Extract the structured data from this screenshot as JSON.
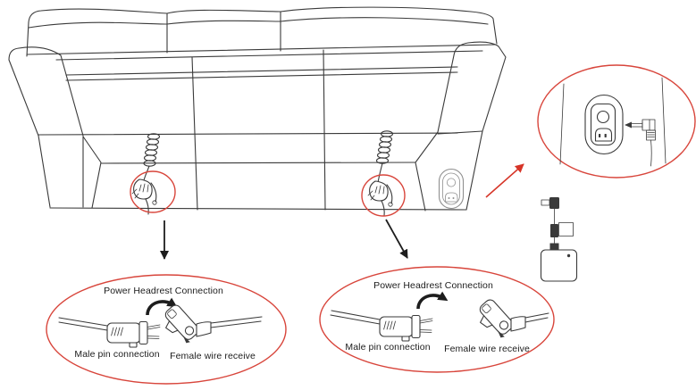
{
  "colors": {
    "highlight_red": "#d8453b",
    "arrow_red": "#d63427",
    "arrow_black": "#1d1d1d",
    "line_dark": "#3a3a3a",
    "line_gray": "#8f8f8f",
    "text": "#1c1c1c",
    "background": "#ffffff"
  },
  "icons": {
    "left_highlight": "circle-highlight-icon",
    "right_highlight": "circle-highlight-icon",
    "socket": "power-socket-icon",
    "dc_plug": "dc-plug-icon",
    "adapter": "power-adapter-icon",
    "rotate_arrow": "rotate-clockwise-arrow-icon"
  },
  "callouts": {
    "left": {
      "title": "Power Headrest Connection",
      "male_label": "Male pin connection",
      "female_label": "Female wire receive"
    },
    "right": {
      "title": "Power Headrest Connection",
      "male_label": "Male pin connection",
      "female_label": "Female wire receive"
    }
  }
}
